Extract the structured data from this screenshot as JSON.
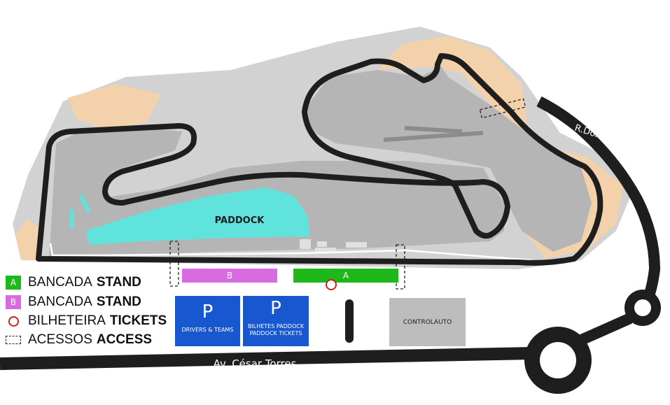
{
  "map": {
    "paddock_label": "PADDOCK",
    "road_right": "R.Dom Dinis Bordalo Pinheiro",
    "road_bottom": "Av. César Torres"
  },
  "stands": {
    "b_label": "B",
    "a_label": "A"
  },
  "boxes": {
    "drivers": {
      "p": "P",
      "text": "DRIVERS & TEAMS"
    },
    "tickets": {
      "p": "P",
      "line1": "BILHETES PADDOCK",
      "line2": "PADDOCK TICKETS"
    },
    "controlauto": "CONTROLAUTO"
  },
  "legend": {
    "stand_a": {
      "symbol": "A",
      "text": "BANCADA",
      "strong": "STAND"
    },
    "stand_b": {
      "symbol": "B",
      "text": "BANCADA",
      "strong": "STAND"
    },
    "tickets": {
      "text": "BILHETEIRA",
      "strong": "TICKETS"
    },
    "access": {
      "text": "ACESSOS",
      "strong": "ACCESS"
    }
  },
  "colors": {
    "infield": "#b5b5b5",
    "outer_gray": "#d2d2d2",
    "sand": "#f3d2ab",
    "track": "#1e1e1e",
    "paddock": "#5fe3dc",
    "stand_a": "#1fb81b",
    "stand_b": "#d86bdf",
    "parking": "#1757cf",
    "controlauto": "#bdbdbd",
    "tickets_marker": "#cc2222"
  }
}
